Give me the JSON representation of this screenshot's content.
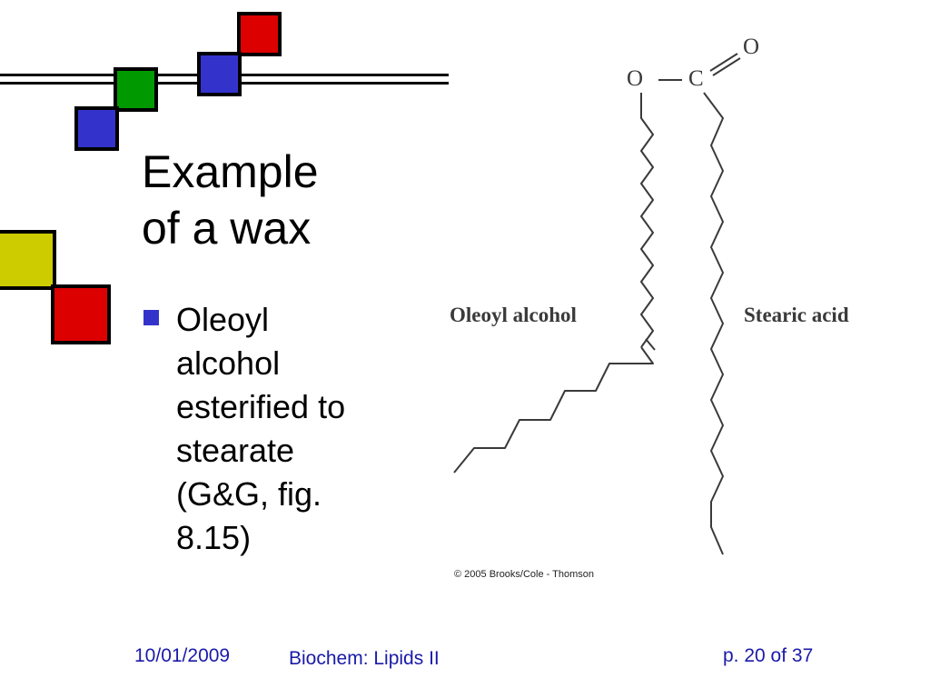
{
  "slide": {
    "title_lines": [
      "Example",
      "of a wax"
    ],
    "bullet": {
      "lines": [
        "Oleoyl",
        "alcohol",
        "esterified to",
        "stearate",
        "(G&G, fig.",
        "8.15)"
      ]
    }
  },
  "figure": {
    "label_alcohol": "Oleoyl alcohol",
    "label_acid": "Stearic acid",
    "atom_o_ester": "O",
    "atom_c": "C",
    "atom_o_carbonyl": "O",
    "credit": "© 2005 Brooks/Cole - Thomson"
  },
  "footer": {
    "date": "10/01/2009",
    "course": "Biochem: Lipids II",
    "page": "p. 20 of 37"
  },
  "colors": {
    "red": "#dd0000",
    "blue": "#3333cc",
    "green": "#009900",
    "yellow": "#cccc00",
    "footer_text": "#1a1aaa",
    "bullet": "#3333cc",
    "structure": "#3a3a3a"
  }
}
